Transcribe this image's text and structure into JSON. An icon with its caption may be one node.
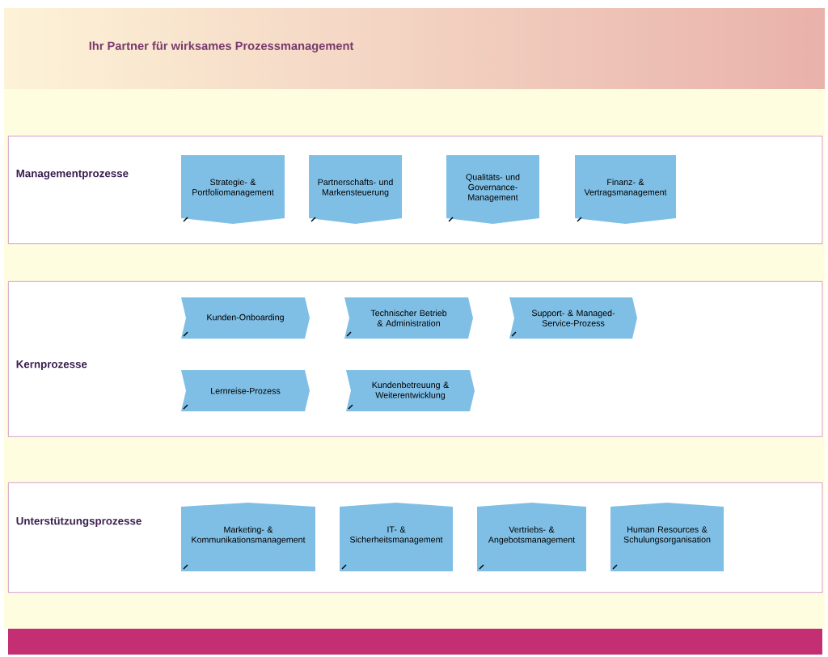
{
  "diagram": {
    "title": "Ihr Partner für wirksames Prozessmanagement",
    "nodes": [
      {
        "text": [
          "Managementprozesse"
        ]
      },
      {
        "text": [
          "Strategie- & Portfoliomanagement"
        ],
        "in": 0
      },
      {
        "text": [
          "Partnerschafts- und Markensteuerung"
        ],
        "in": 0
      },
      {
        "text": [
          "Qualitäts- und Governance-Management"
        ],
        "in": 0
      },
      {
        "text": [
          "Finanz- & Vertragsmanagement"
        ],
        "in": 0
      },
      {
        "text": [
          "Kernprozesse"
        ]
      },
      {
        "text": [
          "Kunden-Onboarding"
        ],
        "in": 5
      },
      {
        "text": [
          "Technischer Betrieb & Administration"
        ],
        "in": 5
      },
      {
        "text": [
          "Support- & Managed-Service-Prozess"
        ],
        "in": 5
      },
      {
        "text": [
          "Lernreise-Prozess"
        ],
        "in": 5
      },
      {
        "text": [
          "Kundenbetreuung & Weiterentwicklung"
        ],
        "in": 5
      },
      {
        "text": [
          "Unterstützungsprozesse"
        ]
      },
      {
        "text": [
          "Marketing- & Kommunikationsmanagement"
        ],
        "in": 11
      },
      {
        "text": [
          "IT- & Sicherheitsmanagement"
        ],
        "in": 11
      },
      {
        "text": [
          "Vertriebs- & Angebotsmanagement"
        ],
        "in": 11
      },
      {
        "text": [
          "Human Resources & Schulungsorganisation"
        ],
        "in": 11
      }
    ]
  }
}
